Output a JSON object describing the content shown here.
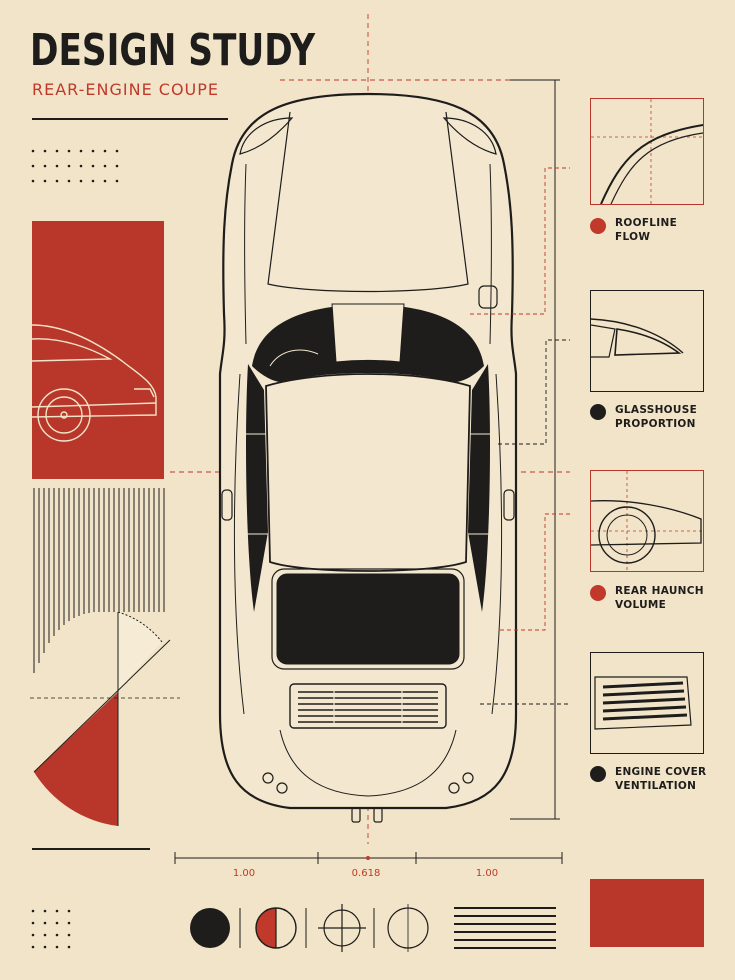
{
  "header": {
    "title": "DESIGN STUDY",
    "subtitle": "REAR-ENGINE COUPE"
  },
  "legend": [
    {
      "line1": "ROOFLINE",
      "line2": "FLOW",
      "dot": "red",
      "icon": "roofline-detail"
    },
    {
      "line1": "GLASSHOUSE",
      "line2": "PROPORTION",
      "dot": "black",
      "icon": "glasshouse-detail"
    },
    {
      "line1": "REAR HAUNCH",
      "line2": "VOLUME",
      "dot": "red",
      "icon": "rear-haunch-detail"
    },
    {
      "line1": "ENGINE COVER",
      "line2": "VENTILATION",
      "dot": "black",
      "icon": "engine-cover-detail"
    }
  ],
  "dimensions": {
    "left": "1.00",
    "center": "0.618",
    "right": "1.00"
  },
  "colors": {
    "background": "#f1e4c8",
    "accent": "#c0392b",
    "ink": "#1e1d1b"
  }
}
